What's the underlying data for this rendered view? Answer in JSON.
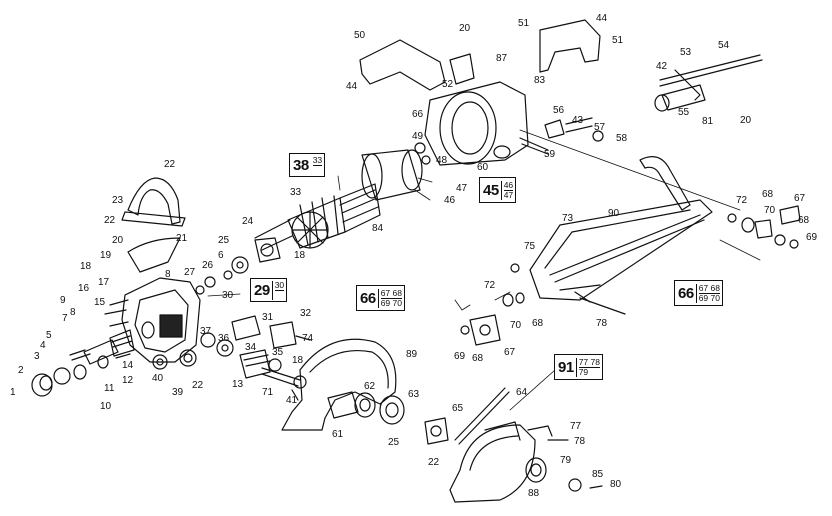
{
  "callouts": [
    {
      "id": "p1",
      "text": "1"
    },
    {
      "id": "p2",
      "text": "2"
    },
    {
      "id": "p3",
      "text": "3"
    },
    {
      "id": "p4",
      "text": "4"
    },
    {
      "id": "p5",
      "text": "5"
    },
    {
      "id": "p6",
      "text": "6"
    },
    {
      "id": "p7",
      "text": "7"
    },
    {
      "id": "p8",
      "text": "8"
    },
    {
      "id": "p8b",
      "text": "8"
    },
    {
      "id": "p9",
      "text": "9"
    },
    {
      "id": "p10",
      "text": "10"
    },
    {
      "id": "p11",
      "text": "11"
    },
    {
      "id": "p12",
      "text": "12"
    },
    {
      "id": "p13",
      "text": "13"
    },
    {
      "id": "p14",
      "text": "14"
    },
    {
      "id": "p15",
      "text": "15"
    },
    {
      "id": "p16",
      "text": "16"
    },
    {
      "id": "p17",
      "text": "17"
    },
    {
      "id": "p18a",
      "text": "18"
    },
    {
      "id": "p18b",
      "text": "18"
    },
    {
      "id": "p18c",
      "text": "18"
    },
    {
      "id": "p19",
      "text": "19"
    },
    {
      "id": "p20a",
      "text": "20"
    },
    {
      "id": "p20b",
      "text": "20"
    },
    {
      "id": "p20c",
      "text": "20"
    },
    {
      "id": "p21",
      "text": "21"
    },
    {
      "id": "p22a",
      "text": "22"
    },
    {
      "id": "p22b",
      "text": "22"
    },
    {
      "id": "p22c",
      "text": "22"
    },
    {
      "id": "p22d",
      "text": "22"
    },
    {
      "id": "p23",
      "text": "23"
    },
    {
      "id": "p24",
      "text": "24"
    },
    {
      "id": "p25a",
      "text": "25"
    },
    {
      "id": "p25b",
      "text": "25"
    },
    {
      "id": "p26",
      "text": "26"
    },
    {
      "id": "p27",
      "text": "27"
    },
    {
      "id": "p30",
      "text": "30"
    },
    {
      "id": "p31",
      "text": "31"
    },
    {
      "id": "p32",
      "text": "32"
    },
    {
      "id": "p33",
      "text": "33"
    },
    {
      "id": "p34",
      "text": "34"
    },
    {
      "id": "p35",
      "text": "35"
    },
    {
      "id": "p36",
      "text": "36"
    },
    {
      "id": "p37",
      "text": "37"
    },
    {
      "id": "p39",
      "text": "39"
    },
    {
      "id": "p40",
      "text": "40"
    },
    {
      "id": "p41",
      "text": "41"
    },
    {
      "id": "p42",
      "text": "42"
    },
    {
      "id": "p43",
      "text": "43"
    },
    {
      "id": "p44a",
      "text": "44"
    },
    {
      "id": "p44b",
      "text": "44"
    },
    {
      "id": "p46",
      "text": "46"
    },
    {
      "id": "p47",
      "text": "47"
    },
    {
      "id": "p48",
      "text": "48"
    },
    {
      "id": "p49",
      "text": "49"
    },
    {
      "id": "p50",
      "text": "50"
    },
    {
      "id": "p51a",
      "text": "51"
    },
    {
      "id": "p51b",
      "text": "51"
    },
    {
      "id": "p52",
      "text": "52"
    },
    {
      "id": "p53",
      "text": "53"
    },
    {
      "id": "p54",
      "text": "54"
    },
    {
      "id": "p55",
      "text": "55"
    },
    {
      "id": "p56",
      "text": "56"
    },
    {
      "id": "p57",
      "text": "57"
    },
    {
      "id": "p58",
      "text": "58"
    },
    {
      "id": "p59",
      "text": "59"
    },
    {
      "id": "p60",
      "text": "60"
    },
    {
      "id": "p61",
      "text": "61"
    },
    {
      "id": "p62",
      "text": "62"
    },
    {
      "id": "p63",
      "text": "63"
    },
    {
      "id": "p64",
      "text": "64"
    },
    {
      "id": "p65",
      "text": "65"
    },
    {
      "id": "p66",
      "text": "66"
    },
    {
      "id": "p67a",
      "text": "67"
    },
    {
      "id": "p67b",
      "text": "67"
    },
    {
      "id": "p68a",
      "text": "68"
    },
    {
      "id": "p68b",
      "text": "68"
    },
    {
      "id": "p68c",
      "text": "68"
    },
    {
      "id": "p68d",
      "text": "68"
    },
    {
      "id": "p69a",
      "text": "69"
    },
    {
      "id": "p69b",
      "text": "69"
    },
    {
      "id": "p70a",
      "text": "70"
    },
    {
      "id": "p70b",
      "text": "70"
    },
    {
      "id": "p71",
      "text": "71"
    },
    {
      "id": "p72a",
      "text": "72"
    },
    {
      "id": "p72b",
      "text": "72"
    },
    {
      "id": "p73",
      "text": "73"
    },
    {
      "id": "p74",
      "text": "74"
    },
    {
      "id": "p75",
      "text": "75"
    },
    {
      "id": "p77",
      "text": "77"
    },
    {
      "id": "p78a",
      "text": "78"
    },
    {
      "id": "p78b",
      "text": "78"
    },
    {
      "id": "p79",
      "text": "79"
    },
    {
      "id": "p80",
      "text": "80"
    },
    {
      "id": "p81",
      "text": "81"
    },
    {
      "id": "p83",
      "text": "83"
    },
    {
      "id": "p84",
      "text": "84"
    },
    {
      "id": "p85",
      "text": "85"
    },
    {
      "id": "p87",
      "text": "87"
    },
    {
      "id": "p88",
      "text": "88"
    },
    {
      "id": "p89",
      "text": "89"
    },
    {
      "id": "p90",
      "text": "90"
    }
  ],
  "group_boxes": {
    "g38": {
      "main": "38",
      "top": "33",
      "bottom": ""
    },
    "g45": {
      "main": "45",
      "top": "46",
      "bottom": "47"
    },
    "g29": {
      "main": "29",
      "top": "30",
      "bottom": ""
    },
    "g66a": {
      "main": "66",
      "top": "67 68",
      "bottom": "69 70"
    },
    "g66b": {
      "main": "66",
      "top": "67 68",
      "bottom": "69 70"
    },
    "g91": {
      "main": "91",
      "top": "77 78",
      "bottom": "79"
    }
  }
}
